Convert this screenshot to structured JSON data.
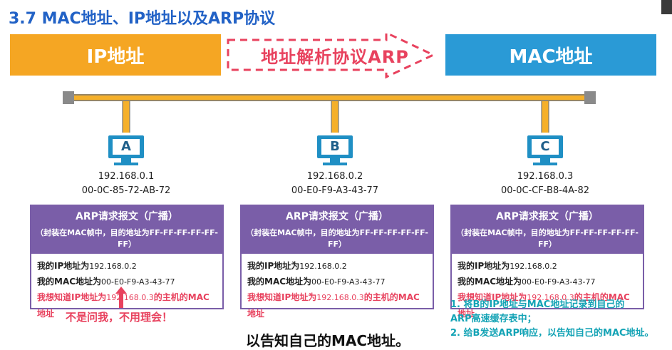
{
  "title": "3.7 MAC地址、IP地址以及ARP协议",
  "top_bar": {
    "ip_label": "IP地址",
    "arp_label": "地址解析协议ARP",
    "mac_label": "MAC地址"
  },
  "colors": {
    "title": "#2262c6",
    "ip": "#f5a623",
    "mac": "#2a9ad6",
    "arp": "#e8425e",
    "packet": "#7a5ea8",
    "cable": "#f5b02a",
    "teal": "#13a3b5"
  },
  "hosts": [
    {
      "letter": "A",
      "ip": "192.168.0.1",
      "mac": "00-0C-85-72-AB-72"
    },
    {
      "letter": "B",
      "ip": "192.168.0.2",
      "mac": "00-E0-F9-A3-43-77"
    },
    {
      "letter": "C",
      "ip": "192.168.0.3",
      "mac": "00-0C-CF-B8-4A-82"
    }
  ],
  "packet": {
    "title": "ARP请求报文（广播）",
    "subtitle": "（封装在MAC帧中，目的地址为FF-FF-FF-FF-FF-FF）",
    "ip_label": "我的IP地址为",
    "ip_value": "192.168.0.2",
    "mac_label": "我的MAC地址为",
    "mac_value": "00-E0-F9-A3-43-77",
    "query_prefix": "我想知道IP地址为",
    "query_ip": "192.168.0.3",
    "query_suffix": "的主机的MAC地址"
  },
  "annotation_a": "不是问我，不用理会！",
  "steps": [
    "1. 将B的IP地址与MAC地址记录到自己的",
    "ARP高速缓存表中；",
    "2. 给B发送ARP响应，以告知自己的MAC地址。"
  ],
  "subtitle": "以告知自己的MAC地址。"
}
